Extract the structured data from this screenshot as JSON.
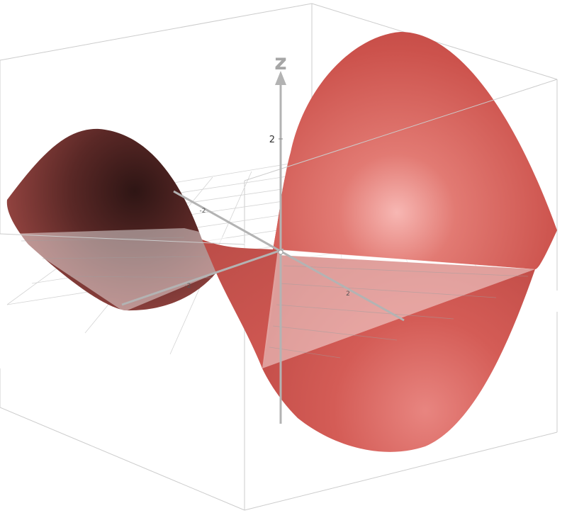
{
  "plot": {
    "axis_z_label": "z",
    "z_tick_label": "2",
    "x_tick_labels": [
      "-2",
      "2"
    ],
    "y_tick_labels": [
      "-2",
      "2"
    ]
  },
  "colors": {
    "surface_red": "#d85a54",
    "surface_dark": "#3a1b1a",
    "axis_gray": "#b3b3b3",
    "box_line": "#c8c8c8",
    "grid_line": "#cfcfcf"
  }
}
